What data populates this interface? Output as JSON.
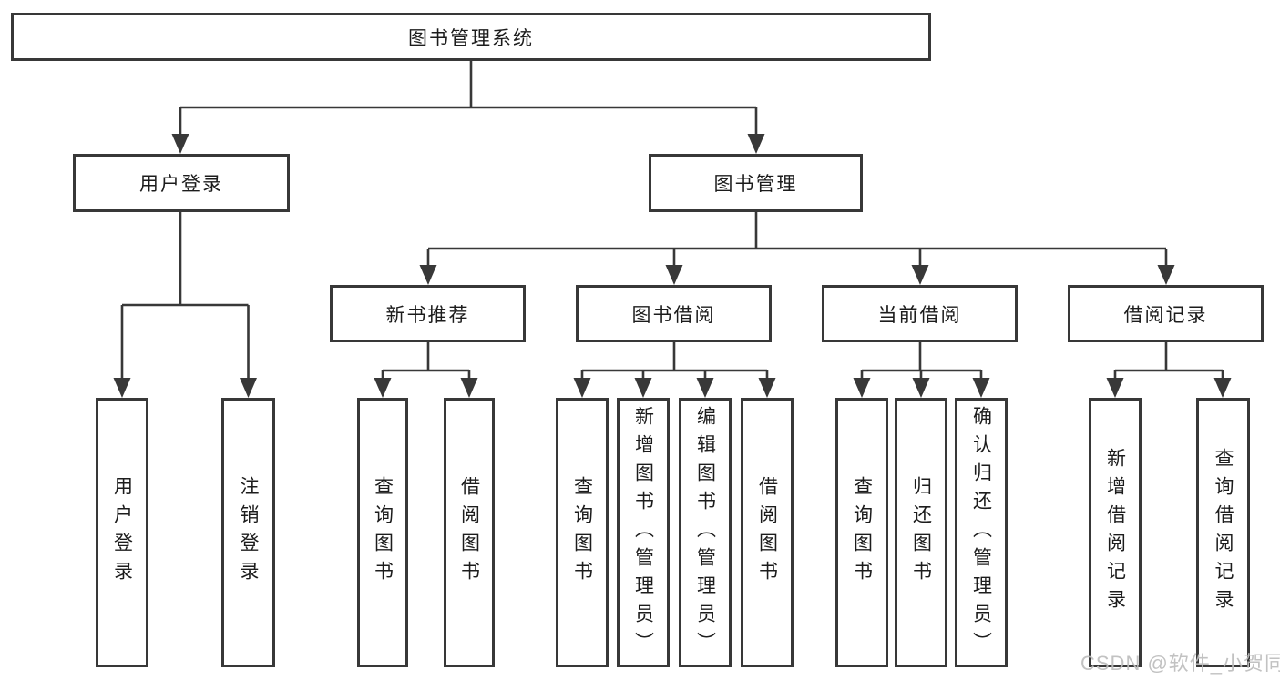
{
  "title": "图书管理系统",
  "watermark": "CSDN @软件_小贺同学",
  "colors": {
    "background": "#ffffff",
    "box_border": "#383838",
    "connector_line": "#383838",
    "text": "#1c1c1c",
    "watermark_text": "#bdbdbd"
  },
  "nodes": {
    "root": "图书管理系统",
    "user_login": "用户登录",
    "book_management": "图书管理",
    "new_book_recommend": "新书推荐",
    "book_borrowing": "图书借阅",
    "current_borrowing": "当前借阅",
    "borrowing_records": "借阅记录",
    "ul_user_login": "用户登录",
    "ul_logout": "注销登录",
    "nb_query_books": "查询图书",
    "nb_borrow_books": "借阅图书",
    "bb_query_books": "查询图书",
    "bb_add_books": "新增图书（管理员）",
    "bb_edit_books": "编辑图书（管理员）",
    "bb_borrow_books": "借阅图书",
    "cb_query_books": "查询图书",
    "cb_return_books": "归还图书",
    "cb_confirm_return": "确认归还（管理员）",
    "br_add_record": "新增借阅记录",
    "br_query_record": "查询借阅记录"
  }
}
